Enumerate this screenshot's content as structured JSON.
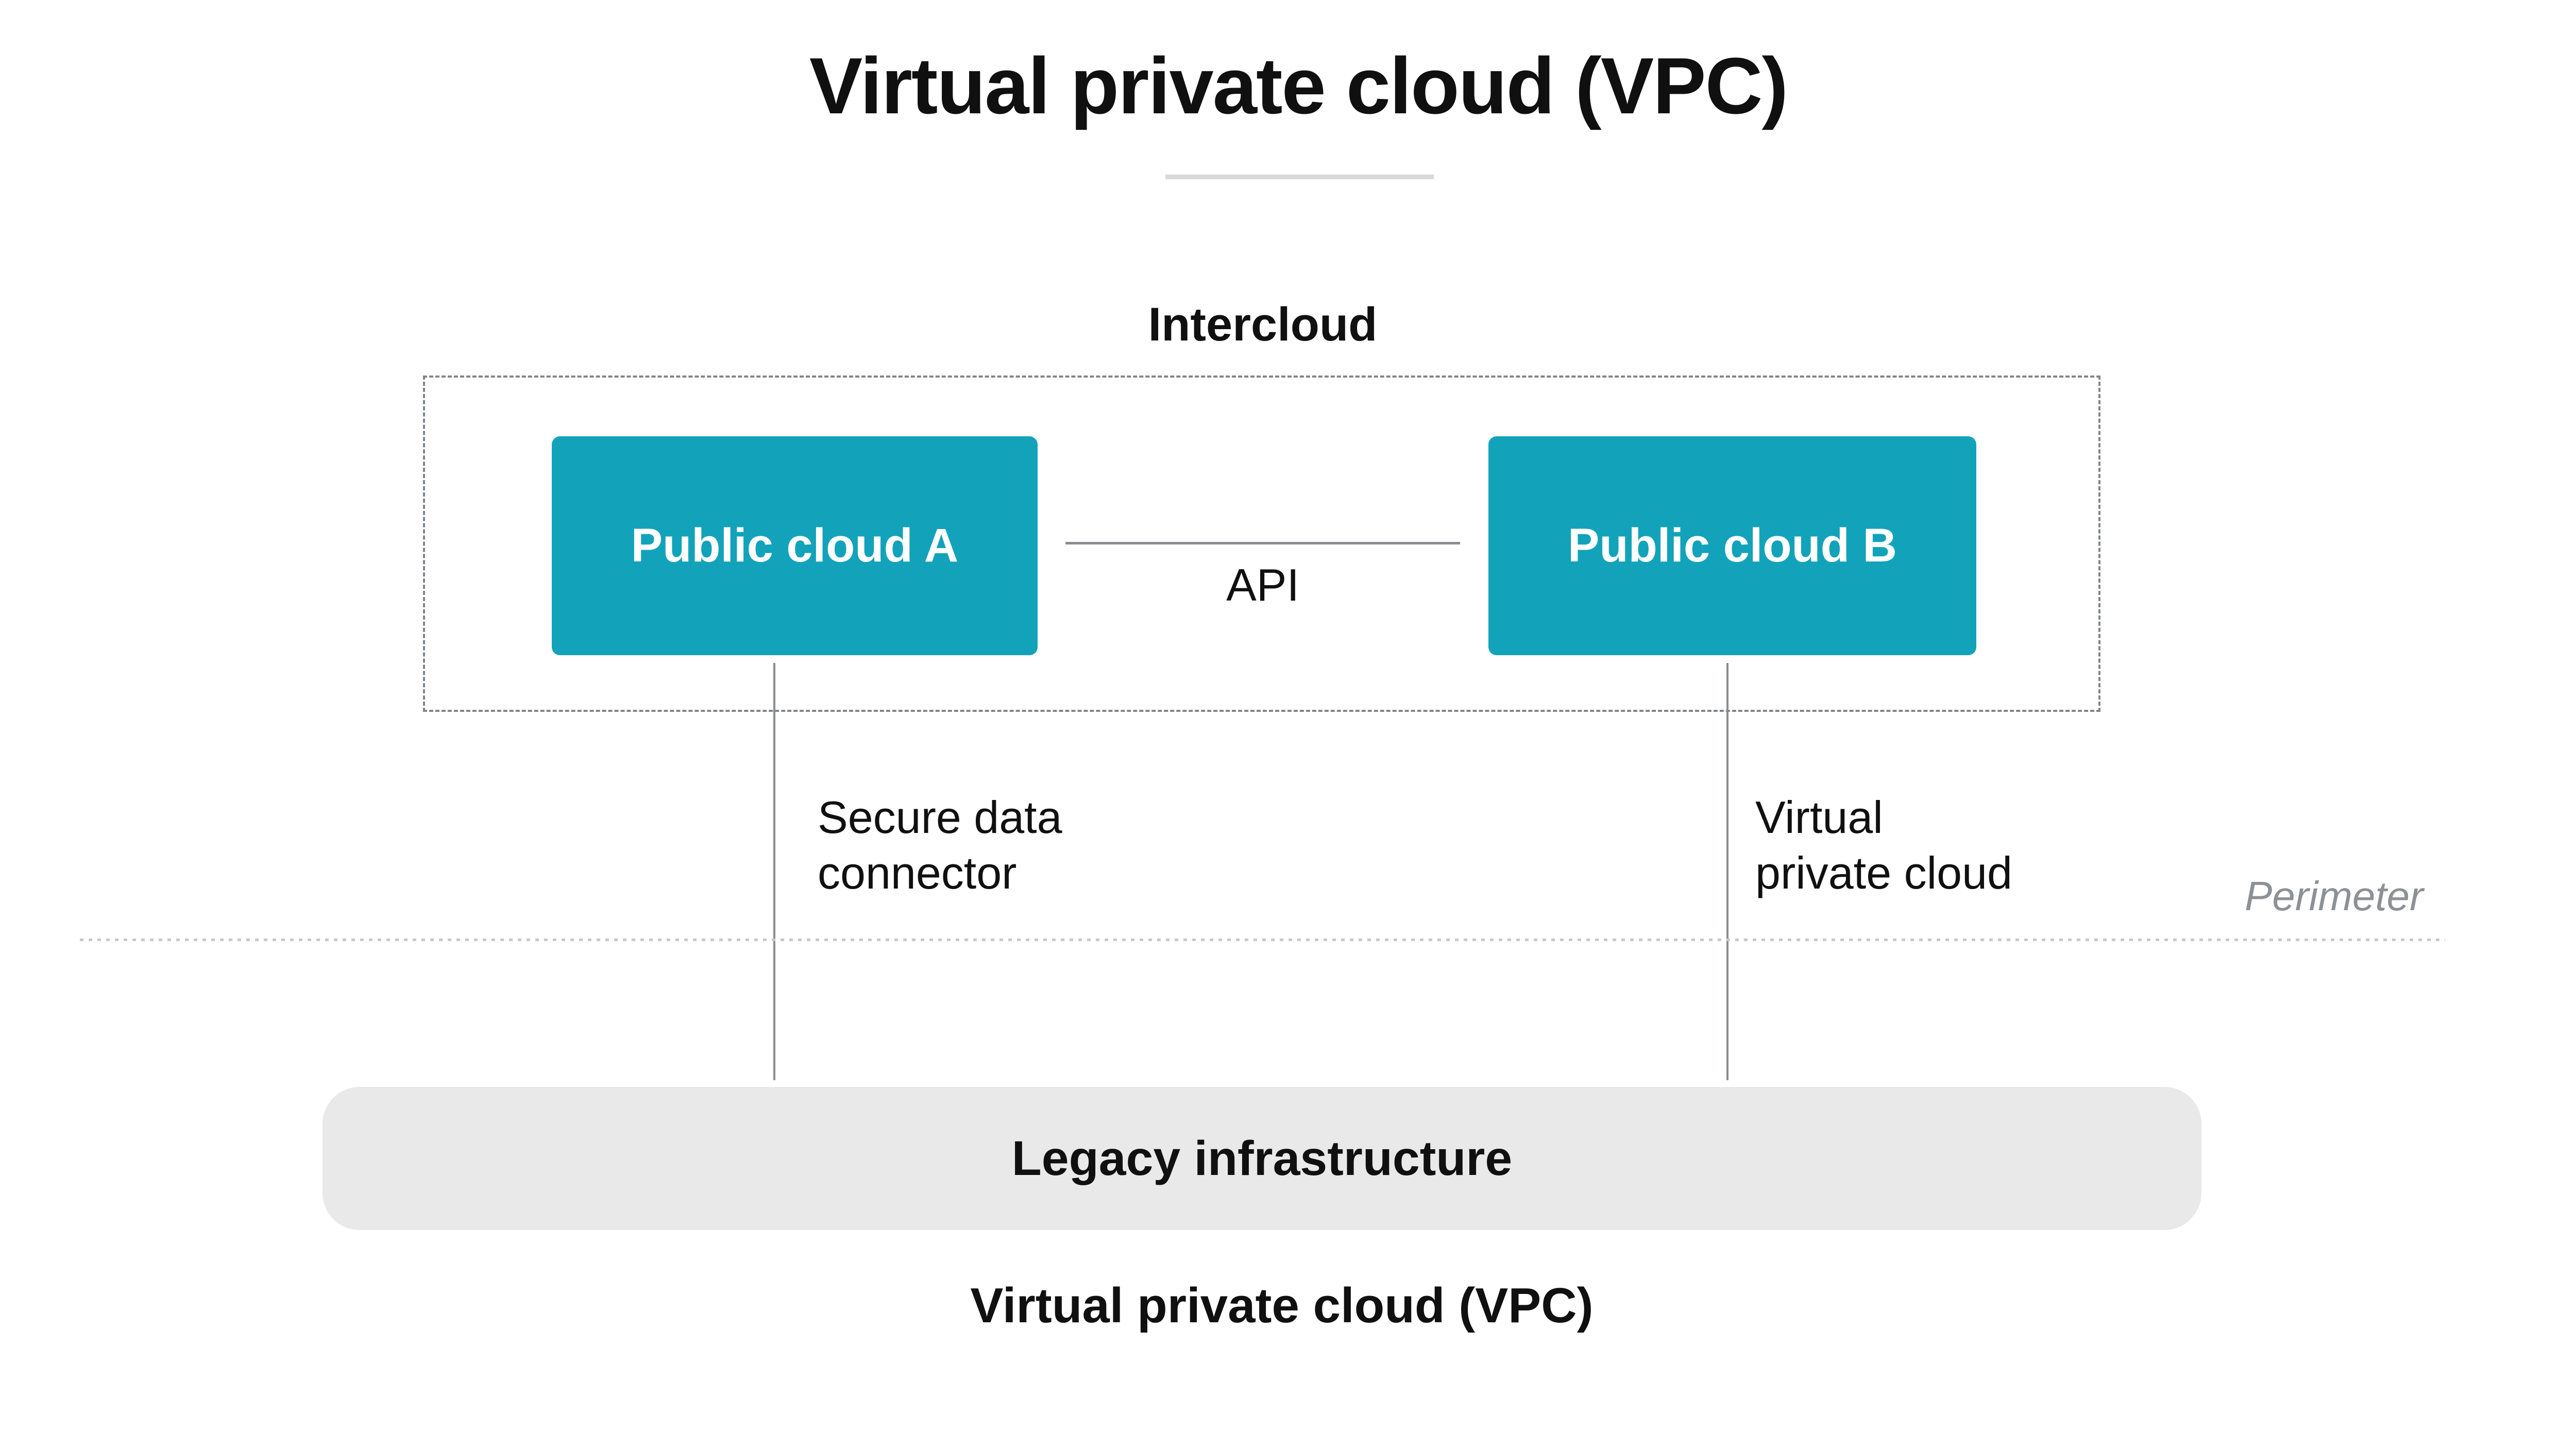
{
  "header": {
    "title": "Virtual private cloud (VPC)"
  },
  "intercloud": {
    "label": "Intercloud"
  },
  "nodes": {
    "a": {
      "label": "Public cloud A"
    },
    "b": {
      "label": "Public cloud B"
    }
  },
  "api": {
    "label": "API"
  },
  "edge_labels": {
    "secure": {
      "line1": "Secure data",
      "line2": "connector"
    },
    "vpc": {
      "line1": "Virtual",
      "line2": "private cloud"
    }
  },
  "perimeter": {
    "label": "Perimeter"
  },
  "legacy": {
    "label": "Legacy infrastructure"
  },
  "footer": {
    "title": "Virtual private cloud (VPC)"
  },
  "colors": {
    "accent": "#12a3ba",
    "node-text": "#ffffff",
    "line-gray": "#8a8d90",
    "dash-border": "#80858b",
    "dot-line": "#c8c8c8",
    "perimeter-text": "#8d9196",
    "legacy-bg": "#e9e9ea",
    "divider": "#d8d8d8",
    "text": "#101010"
  }
}
